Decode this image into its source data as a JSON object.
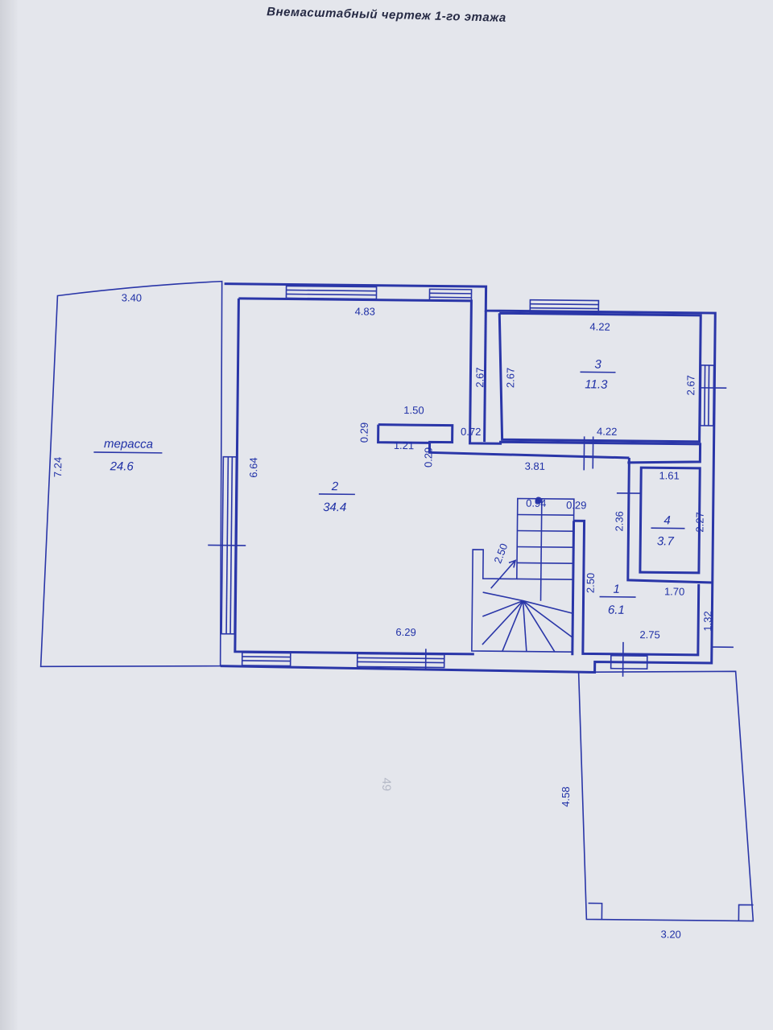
{
  "title": "Внемасштабный чертеж 1-го этажа",
  "rooms": {
    "terrace": {
      "name": "терасса",
      "area": "24.6"
    },
    "room1": {
      "num": "1",
      "area": "6.1"
    },
    "room2": {
      "num": "2",
      "area": "34.4"
    },
    "room3": {
      "num": "3",
      "area": "11.3"
    },
    "room4": {
      "num": "4",
      "area": "3.7"
    }
  },
  "dims": {
    "d_3_40": "3.40",
    "d_7_24": "7.24",
    "d_4_83": "4.83",
    "d_2_67_a": "2.67",
    "d_1_50": "1.50",
    "d_0_72": "0.72",
    "d_0_29_a": "0.29",
    "d_1_21": "1.21",
    "d_0_29_b": "0.29",
    "d_6_64": "6.64",
    "d_6_29": "6.29",
    "d_4_22_top": "4.22",
    "d_2_67_b": "2.67",
    "d_2_67_c": "2.67",
    "d_4_22_bot": "4.22",
    "d_3_81": "3.81",
    "d_1_61": "1.61",
    "d_2_36": "2.36",
    "d_2_27": "2.27",
    "d_0_94": "0.94",
    "d_0_29_c": "0.29",
    "d_2_50_a": "2.50",
    "d_2_50_b": "2.50",
    "d_1_70": "1.70",
    "d_1_32": "1.32",
    "d_2_75": "2.75",
    "d_4_58": "4.58",
    "d_3_20": "3.20"
  },
  "page_number": "49"
}
